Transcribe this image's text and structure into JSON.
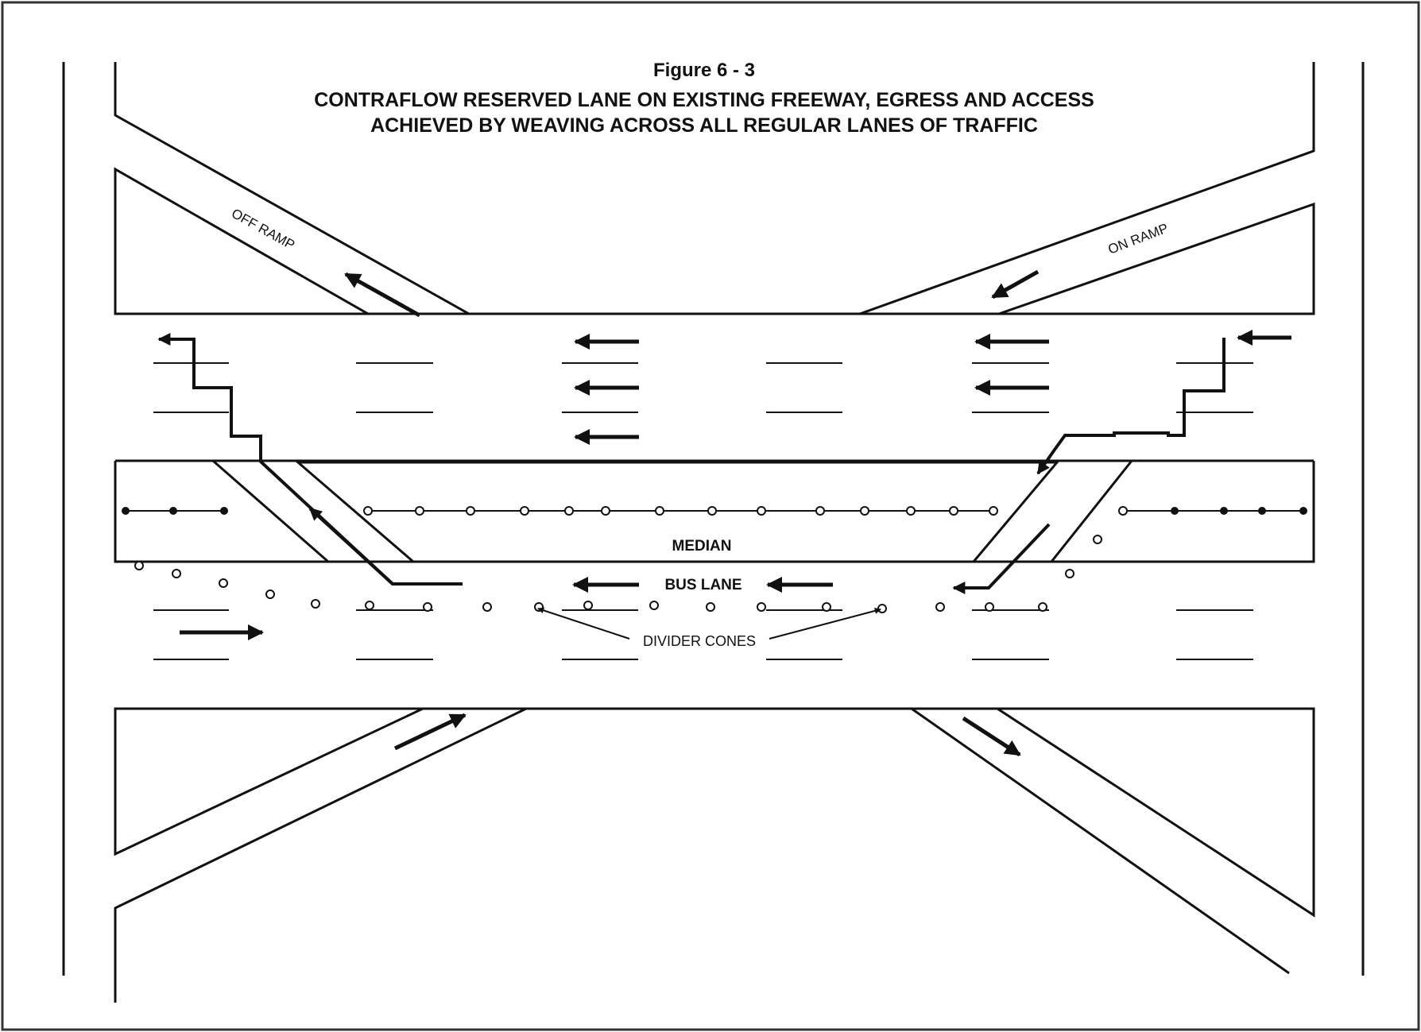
{
  "figure": {
    "number": "Figure 6 - 3",
    "title_line1": "CONTRAFLOW RESERVED LANE ON EXISTING FREEWAY, EGRESS AND ACCESS",
    "title_line2": "ACHIEVED BY WEAVING ACROSS ALL REGULAR LANES OF TRAFFIC"
  },
  "labels": {
    "off_ramp": "OFF RAMP",
    "on_ramp": "ON RAMP",
    "median": "MEDIAN",
    "bus_lane": "BUS LANE",
    "divider_cones": "DIVIDER CONES"
  },
  "colors": {
    "ink": "#111111",
    "paper": "#ffffff",
    "frame": "#333333"
  }
}
